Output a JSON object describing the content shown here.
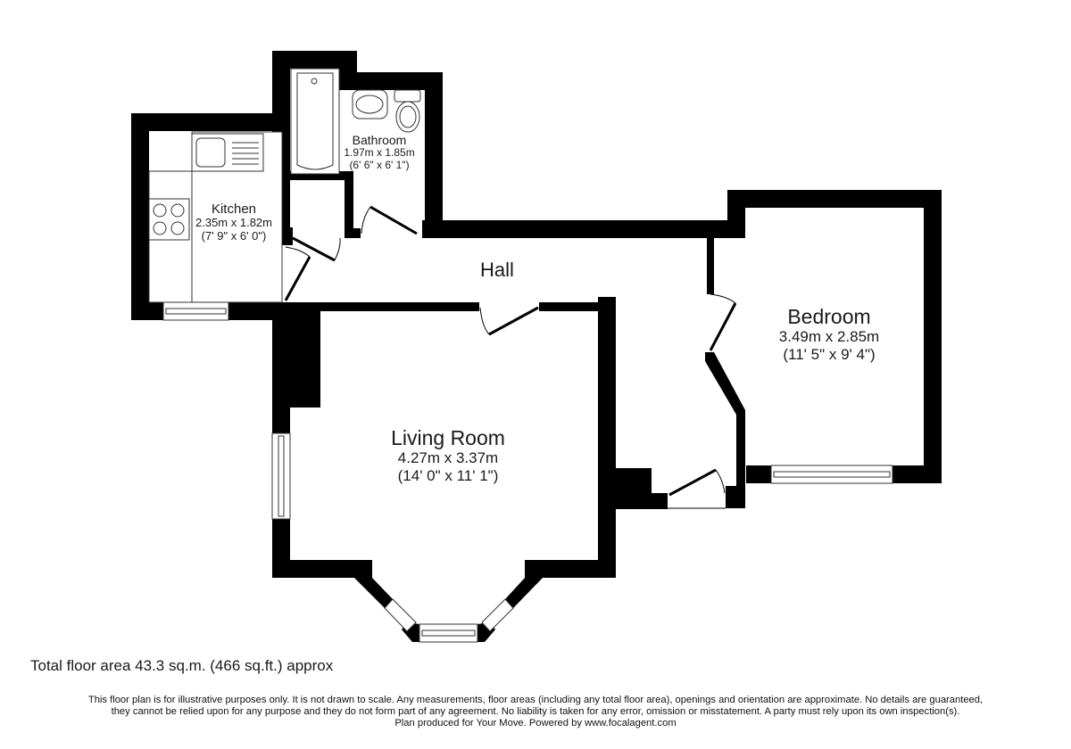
{
  "plan": {
    "rooms": [
      {
        "id": "bathroom",
        "name": "Bathroom",
        "metric": "1.97m x 1.85m",
        "imperial": "(6' 6\" x 6' 1\")"
      },
      {
        "id": "kitchen",
        "name": "Kitchen",
        "metric": "2.35m x 1.82m",
        "imperial": "(7' 9\" x 6' 0\")"
      },
      {
        "id": "hall",
        "name": "Hall"
      },
      {
        "id": "bedroom",
        "name": "Bedroom",
        "metric": "3.49m x 2.85m",
        "imperial": "(11' 5\" x 9' 4\")"
      },
      {
        "id": "living_room",
        "name": "Living Room",
        "metric": "4.27m x 3.37m",
        "imperial": "(14' 0\" x 11' 1\")"
      }
    ],
    "fixtures": [
      "bath-icon",
      "washbasin-icon",
      "toilet-icon",
      "sink-drainer-icon",
      "hob-icon"
    ],
    "colors": {
      "wall": "#000000",
      "background": "#ffffff",
      "text": "#1a1a1a"
    }
  },
  "footer": {
    "total_area": "Total floor area 43.3 sq.m. (466 sq.ft.) approx",
    "disclaimer_line1": "This floor plan is for illustrative purposes only. It is not drawn to scale. Any measurements, floor areas (including any total floor area), openings and orientation are approximate. No details are guaranteed,",
    "disclaimer_line2": "they cannot be relied upon for any purpose and they do not form part of any agreement. No liability is taken for any error, omission or misstatement. A party must rely upon its own inspection(s).",
    "disclaimer_line3": "Plan produced for Your Move. Powered by www.focalagent.com"
  }
}
